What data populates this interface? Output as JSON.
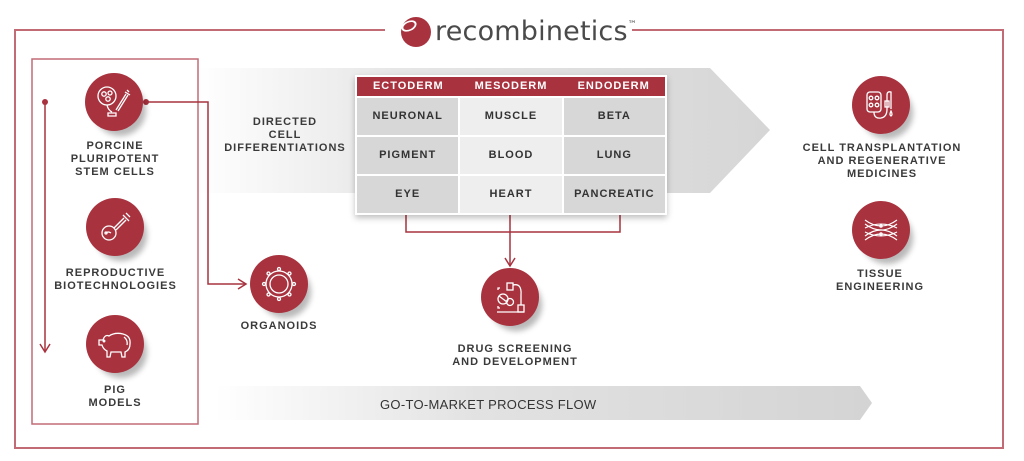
{
  "brand": {
    "name": "recombinetics",
    "trademark": "™",
    "accent_color": "#a8333f",
    "line_color": "#c26b75"
  },
  "sources": [
    {
      "id": "porcine",
      "label_lines": [
        "PORCINE",
        "PLURIPOTENT",
        "STEM CELLS"
      ],
      "icon": "petri-dish-syringe-icon"
    },
    {
      "id": "reproductive",
      "label_lines": [
        "REPRODUCTIVE",
        "BIOTECHNOLOGIES"
      ],
      "icon": "syringe-cell-icon"
    },
    {
      "id": "pig",
      "label_lines": [
        "PIG",
        "MODELS"
      ],
      "icon": "pig-icon"
    }
  ],
  "directed": {
    "label_lines": [
      "DIRECTED",
      "CELL",
      "DIFFERENTIATIONS"
    ]
  },
  "table": {
    "headers": [
      "ECTODERM",
      "MESODERM",
      "ENDODERM"
    ],
    "rows": [
      [
        "NEURONAL",
        "MUSCLE",
        "BETA"
      ],
      [
        "PIGMENT",
        "BLOOD",
        "LUNG"
      ],
      [
        "EYE",
        "HEART",
        "PANCREATIC"
      ]
    ]
  },
  "outcomes": {
    "organoids": {
      "label_lines": [
        "ORGANOIDS"
      ],
      "icon": "organoid-icon"
    },
    "drug": {
      "label_lines": [
        "DRUG SCREENING",
        "AND DEVELOPMENT"
      ],
      "icon": "microscope-pills-icon"
    },
    "cell_transplant": {
      "label_lines": [
        "CELL TRANSPLANTATION",
        "AND REGENERATIVE",
        "MEDICINES"
      ],
      "icon": "iv-bag-icon"
    },
    "tissue": {
      "label_lines": [
        "TISSUE",
        "ENGINEERING"
      ],
      "icon": "tissue-fibers-icon"
    }
  },
  "footer": {
    "process_flow": "GO-TO-MARKET PROCESS FLOW"
  }
}
